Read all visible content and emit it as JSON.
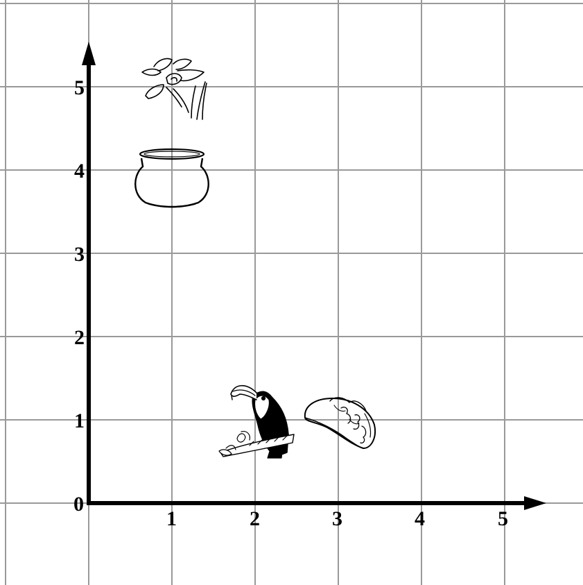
{
  "grid": {
    "line_color": "#999999",
    "axis_color": "#000000",
    "x_range": [
      -1,
      6
    ],
    "y_range": [
      -1,
      6
    ]
  },
  "axes": {
    "x_ticks": [
      "1",
      "2",
      "3",
      "4",
      "5"
    ],
    "y_ticks": [
      "5",
      "4",
      "3",
      "2",
      "1"
    ],
    "origin_label": "0"
  },
  "objects": [
    {
      "name": "flower",
      "icon": "daffodil-flower-icon",
      "x": 1,
      "y": 5
    },
    {
      "name": "pot",
      "icon": "clay-pot-icon",
      "x": 1,
      "y": 4
    },
    {
      "name": "toucan",
      "icon": "toucan-bird-icon",
      "x": 2,
      "y": 1
    },
    {
      "name": "taco",
      "icon": "taco-icon",
      "x": 3,
      "y": 1
    }
  ]
}
